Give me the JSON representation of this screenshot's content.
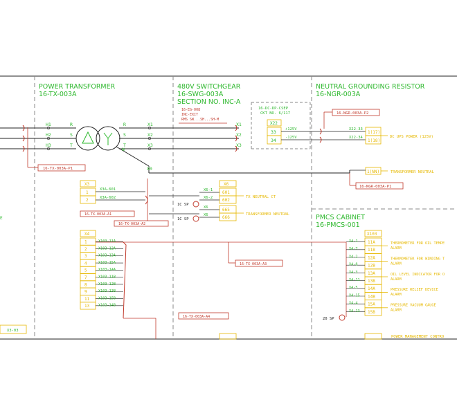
{
  "panels": {
    "transformer": {
      "line1": "POWER TRANSFORMER",
      "line2": "16-TX-003A"
    },
    "switchgear": {
      "line1": "480V SWITCHGEAR",
      "line2": "16-SWG-003A",
      "line3": "SECTION NO. INC-A"
    },
    "ngr": {
      "line1": "NEUTRAL GROUNDING RESISTOR",
      "line2": "16-NGR-003A"
    },
    "pmcs": {
      "line1": "PMCS CABINET",
      "line2": "16-PMCS-001"
    }
  },
  "transformer": {
    "primary": [
      {
        "term": "H1",
        "phase": "R"
      },
      {
        "term": "H2",
        "phase": "S"
      },
      {
        "term": "H3",
        "phase": "T"
      }
    ],
    "secondary": [
      {
        "term": "X1",
        "phase": "R"
      },
      {
        "term": "X2",
        "phase": "S"
      },
      {
        "term": "X3",
        "phase": "T"
      }
    ],
    "neutral_term": "X0",
    "neutral_phase": "N",
    "xref_label": "16-TX-003A-P1"
  },
  "swg_top_note": [
    "16-EG-008",
    "INC-EXIT",
    "RMS SW...SH...SH-M"
  ],
  "swg_x_terms": [
    "X1",
    "X2",
    "X3"
  ],
  "ngr_top_box": {
    "lines": [
      "16-DC-DP-CSEP",
      "CKT NO. 6/117"
    ],
    "tb": "X22",
    "rows": [
      {
        "term": "33",
        "wire": "+125V"
      },
      {
        "term": "34",
        "wire": "-125V"
      }
    ]
  },
  "ngr_dc_wires": [
    "X22-33",
    "X22-34"
  ],
  "ngr_dc_terms": [
    "1(17)",
    "1(18)"
  ],
  "ngr_dc_desc": "DC UPS POWER (125V)",
  "ngr_neutral_term": "1(NN)",
  "ngr_neutral_desc": "TRANSFORMER NEUTRAL",
  "ngr_neutral_tag": "16-NGR-003A-P1",
  "ngr_top_tag": "16-NGR-003A-P2",
  "ct_box": {
    "header": "X3",
    "rows": [
      "1",
      "2"
    ],
    "wires": [
      "X3A-601",
      "X3A-602"
    ],
    "tag1": "16-TX-003A-A1",
    "tag2": "16-TX-003A-A2"
  },
  "swg_ct": {
    "tb": "X6",
    "rows": [
      {
        "wire": "X6-1",
        "term": "601"
      },
      {
        "wire": "X6-2",
        "term": "602"
      },
      {
        "wire": "X6",
        "term": "665"
      },
      {
        "wire": "X6",
        "term": "666"
      }
    ],
    "sp_labels": [
      "1C SP",
      "1C SP"
    ],
    "desc1": "TX NEUTRAL CT",
    "desc2": "TRANSFORMER NEUTRAL"
  },
  "tb_x4": {
    "header": "X4",
    "rows": [
      {
        "num": "1",
        "wire": "X103-11A"
      },
      {
        "num": "2",
        "wire": "X103-12A"
      },
      {
        "num": "3",
        "wire": "X103-13A"
      },
      {
        "num": "4",
        "wire": "X103-15A"
      },
      {
        "num": "5",
        "wire": "X103-14A"
      },
      {
        "num": "7",
        "wire": "X103-11B"
      },
      {
        "num": "8",
        "wire": "X103-12B"
      },
      {
        "num": "9",
        "wire": "X103-13B"
      },
      {
        "num": "11",
        "wire": "X103-15B"
      },
      {
        "num": "13",
        "wire": "X103-14B"
      }
    ],
    "bottom_tag": "16-TX-003A-A4",
    "mid_tag": "16-TX-003A-A3"
  },
  "pmcs_tb": {
    "header": "X103",
    "rows": [
      {
        "wire": "X4-1",
        "term": "11A"
      },
      {
        "wire": "X4-7",
        "term": "11B"
      },
      {
        "wire": "X4-2",
        "term": "12A"
      },
      {
        "wire": "X4-8",
        "term": "12B"
      },
      {
        "wire": "X4-3",
        "term": "13A"
      },
      {
        "wire": "X4-11",
        "term": "13B"
      },
      {
        "wire": "X4-5",
        "term": "14A"
      },
      {
        "wire": "X4-15",
        "term": "14B"
      },
      {
        "wire": "X4-4",
        "term": "15A"
      },
      {
        "wire": "X4-13",
        "term": "15B"
      }
    ],
    "sp_label": "20 SP",
    "descriptions": [
      [
        "THERMOMETER FOR OIL TEMPE",
        "ALARM"
      ],
      [
        "THERMOMETER FOR WINDING T",
        "ALARM"
      ],
      [
        "OIL LEVEL INDICATOR FOR O",
        "ALARM"
      ],
      [
        "PRESSURE RELIEF DEVICE",
        "ALARM"
      ],
      [
        "PRESSURE VACUUM GAUGE",
        "ALARM"
      ]
    ],
    "bottom_desc": "POWER MANAGEMENT CONTRO"
  },
  "left_bottom_label": "X3-03",
  "left_edge_label": "E"
}
